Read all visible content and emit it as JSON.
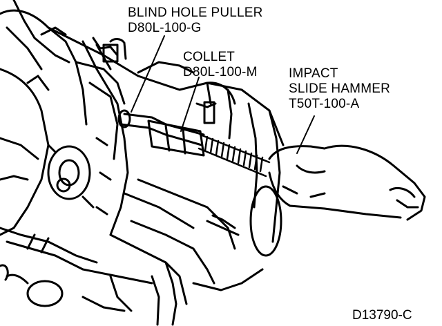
{
  "callouts": {
    "blind_hole_puller": {
      "name": "BLIND HOLE PULLER",
      "part": "D80L-100-G"
    },
    "collet": {
      "name": "COLLET",
      "part": "D80L-100-M"
    },
    "impact_slide_hammer": {
      "line1": "IMPACT",
      "line2": "SLIDE HAMMER",
      "part": "T50T-100-A"
    }
  },
  "figure_id": "D13790-C",
  "colors": {
    "ink": "#000000",
    "paper": "#ffffff"
  }
}
